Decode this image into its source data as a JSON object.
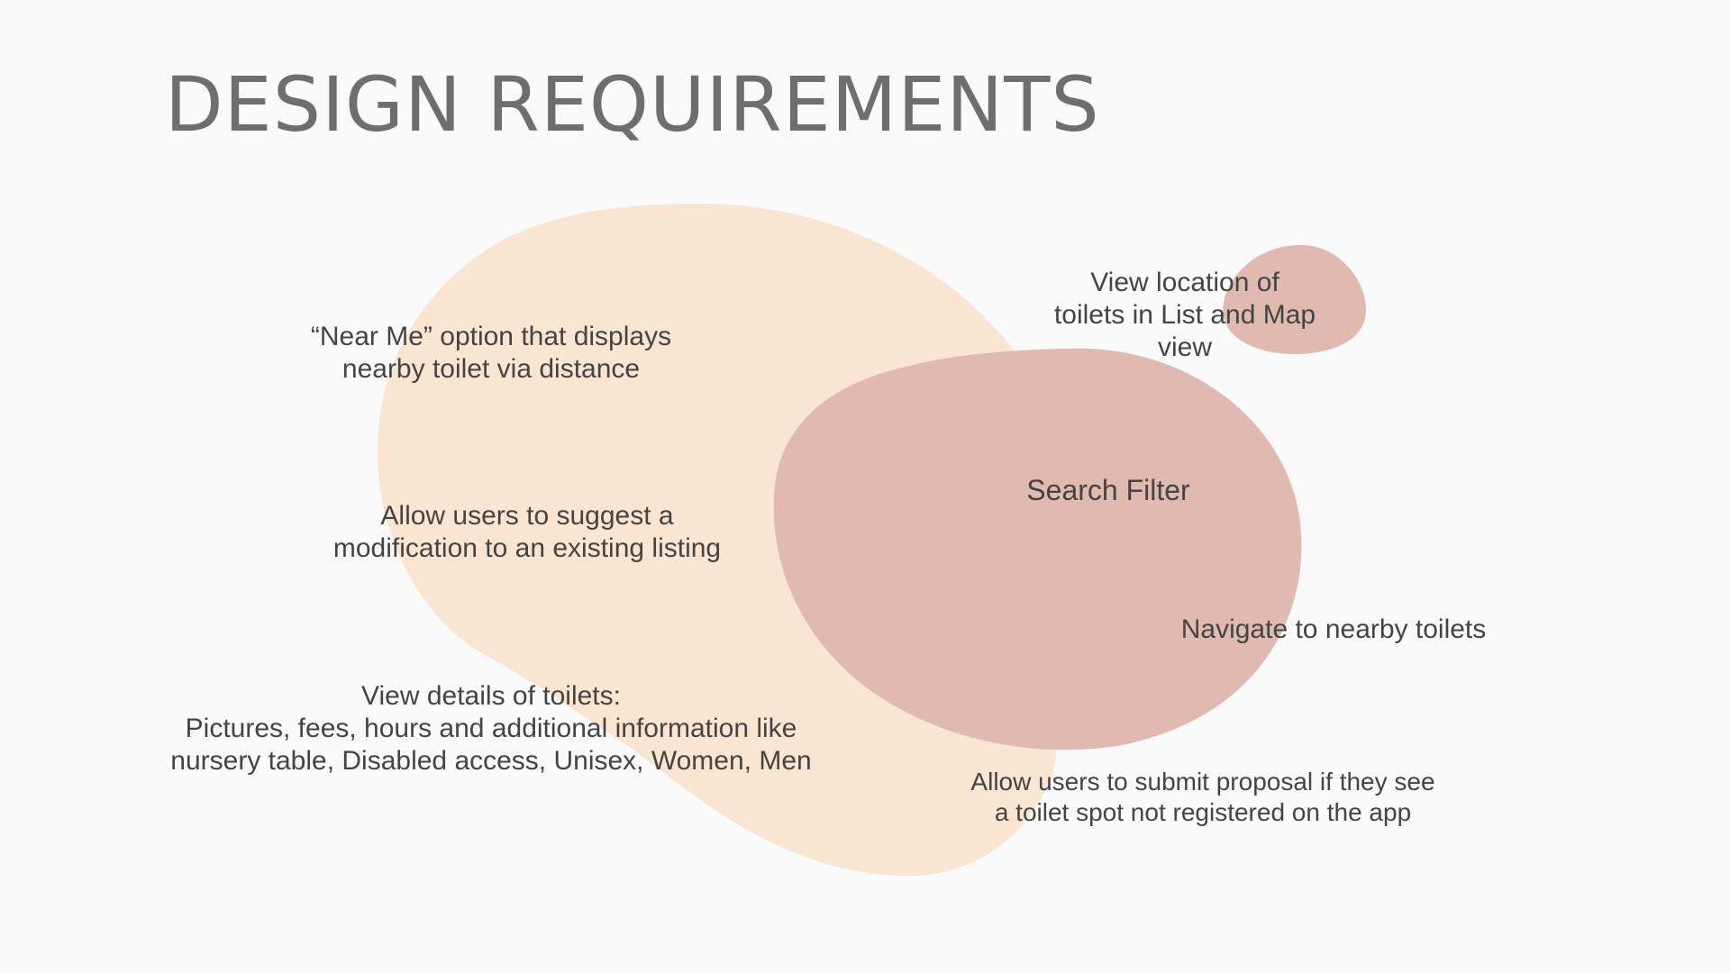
{
  "slide": {
    "title": "DESIGN REQUIREMENTS",
    "colors": {
      "background": "#fafafa",
      "title": "#6e6e6e",
      "text": "#444444",
      "peach_blob": "#f9e5d1",
      "rose_blob": "#e0b9b1"
    }
  },
  "requirements": {
    "near_me": "“Near Me” option that displays\nnearby toilet via distance",
    "suggest_modification": "Allow users to suggest a\nmodification to an existing listing",
    "view_details": "View details of toilets:\nPictures, fees, hours and additional information like\nnursery table, Disabled access, Unisex, Women, Men",
    "view_location": "View location of\ntoilets in List and Map\nview",
    "search_filter": "Search Filter",
    "navigate": "Navigate to nearby toilets",
    "submit_proposal": "Allow users to submit proposal if they see\na toilet spot not registered on the app"
  }
}
